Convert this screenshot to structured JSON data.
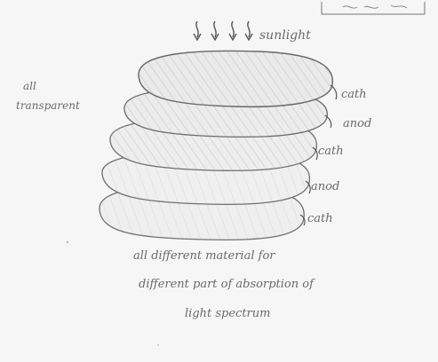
{
  "top_label": "sunlight",
  "left_note": [
    "all",
    "transparent"
  ],
  "layers": [
    {
      "label": "cath"
    },
    {
      "label": "anod"
    },
    {
      "label": "cath"
    },
    {
      "label": "anod"
    },
    {
      "label": "cath"
    }
  ],
  "bottom_note": [
    "all different material for",
    "different part of absorption of",
    "light spectrum"
  ],
  "colors": {
    "pencil": "#6a6a6a",
    "shade": "#8a8a8a",
    "paper": "#f6f6f6"
  }
}
